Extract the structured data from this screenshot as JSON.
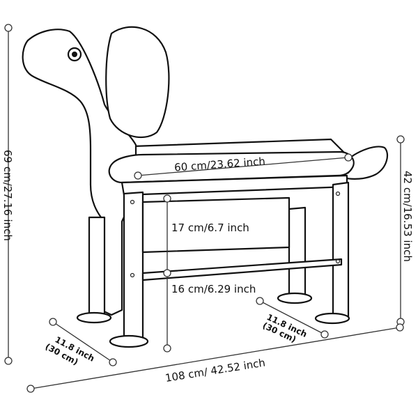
{
  "dimensions": {
    "seat_width": "60 cm/23.62 inch",
    "shelf_height": "17 cm/6.7 inch",
    "lower_gap": "16 cm/6.29 inch",
    "total_height": "69 cm/27.16 inch",
    "seat_height": "42 cm/16.53 inch",
    "total_length": "108 cm/ 42.52 inch",
    "left_depth_inch": "11.8 inch",
    "left_depth_cm": "(30 cm)",
    "right_depth_inch": "11.8 inch",
    "right_depth_cm": "(30 cm)"
  }
}
